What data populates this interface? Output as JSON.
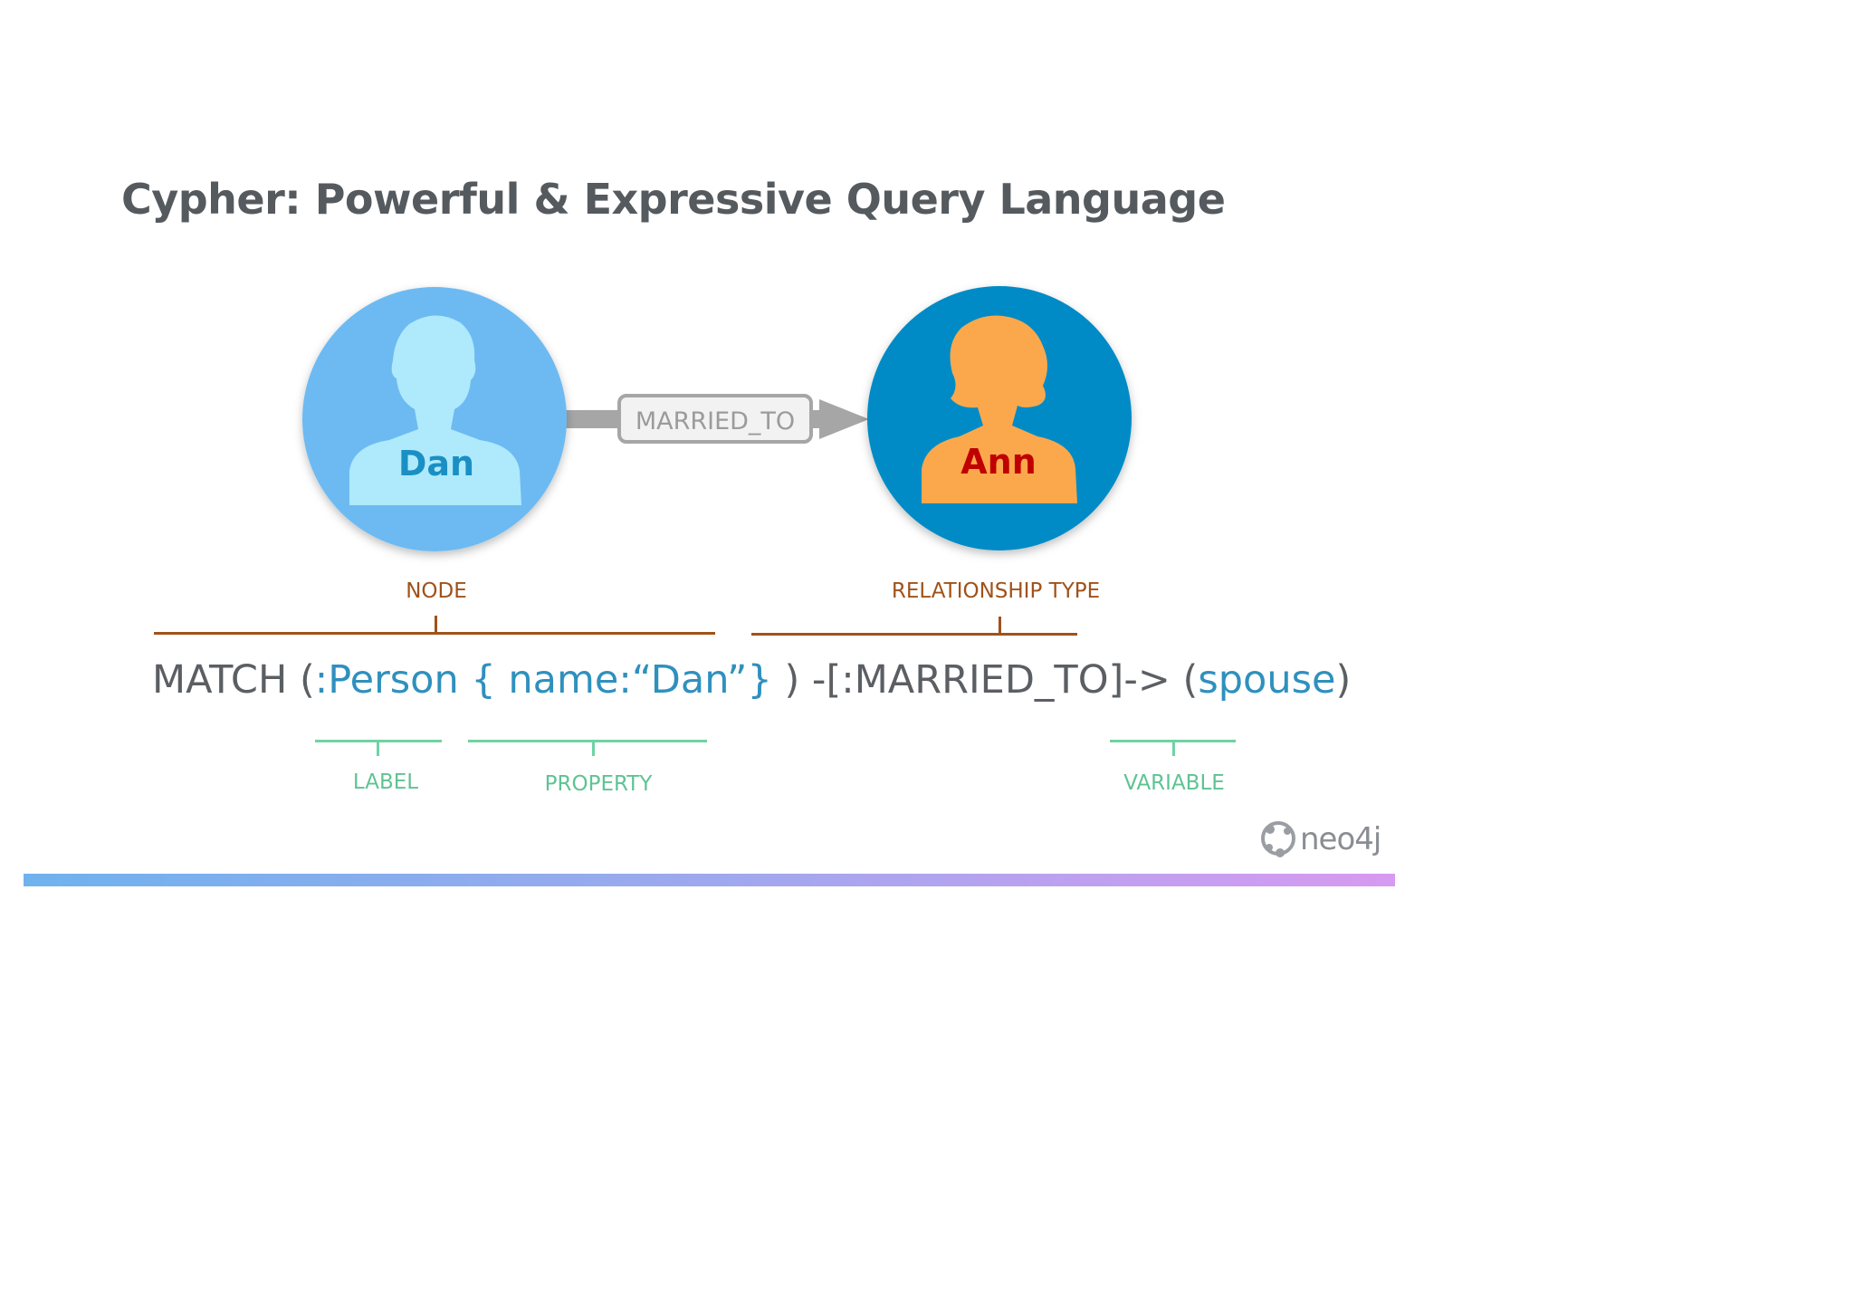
{
  "title": "Cypher: Powerful & Expressive Query Language",
  "nodes": {
    "left_name": "Dan",
    "right_name": "Ann"
  },
  "relationship_label": "MARRIED_TO",
  "annotations": {
    "node": "NODE",
    "relationship_type": "RELATIONSHIP TYPE",
    "label": "LABEL",
    "property": "PROPERTY",
    "variable": "VARIABLE"
  },
  "query": {
    "match_keyword": "MATCH (",
    "label": ":Person",
    "space": " ",
    "property": "{ name:“Dan”}",
    "relationship": " ) -[:MARRIED_TO]-> (",
    "variable": "spouse",
    "close": ")"
  },
  "logo_text": "neo4j",
  "colors": {
    "dan_circle": "#6dbaf2",
    "dan_silhouette": "#aeeafc",
    "dan_text": "#1a8fc4",
    "ann_circle": "#028bc6",
    "ann_silhouette": "#fba84c",
    "ann_text": "#c00000",
    "arrow": "#a6a6a6",
    "brown_annotation": "#a0521b",
    "green_annotation": "#5fc393"
  }
}
